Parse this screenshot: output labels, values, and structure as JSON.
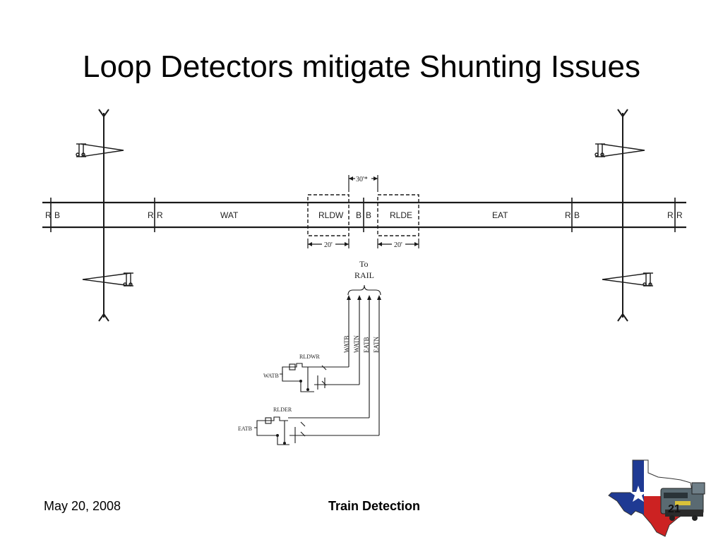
{
  "slide": {
    "title": "Loop Detectors mitigate Shunting Issues",
    "footer_date": "May 20, 2008",
    "footer_center": "Train Detection",
    "page_number": "21"
  },
  "diagram": {
    "track_labels": [
      "R",
      "B",
      "R",
      "R",
      "WAT",
      "RLDW",
      "B",
      "B",
      "RLDE",
      "EAT",
      "R",
      "B",
      "R",
      "R"
    ],
    "dimension_top": "30'*",
    "dimension_left": "20'",
    "dimension_right": "20'",
    "to_rail": [
      "To",
      "RAIL"
    ],
    "wire_labels": [
      "WATB",
      "WATN",
      "EATB",
      "EATN"
    ],
    "circuit_labels": {
      "rldwr": "RLDWR",
      "watb": "WATB",
      "rlder": "RLDER",
      "eatb": "EATB"
    }
  },
  "colors": {
    "flag_blue": "#1f3a93",
    "flag_red": "#cc2222",
    "line": "#1a1a1a"
  }
}
